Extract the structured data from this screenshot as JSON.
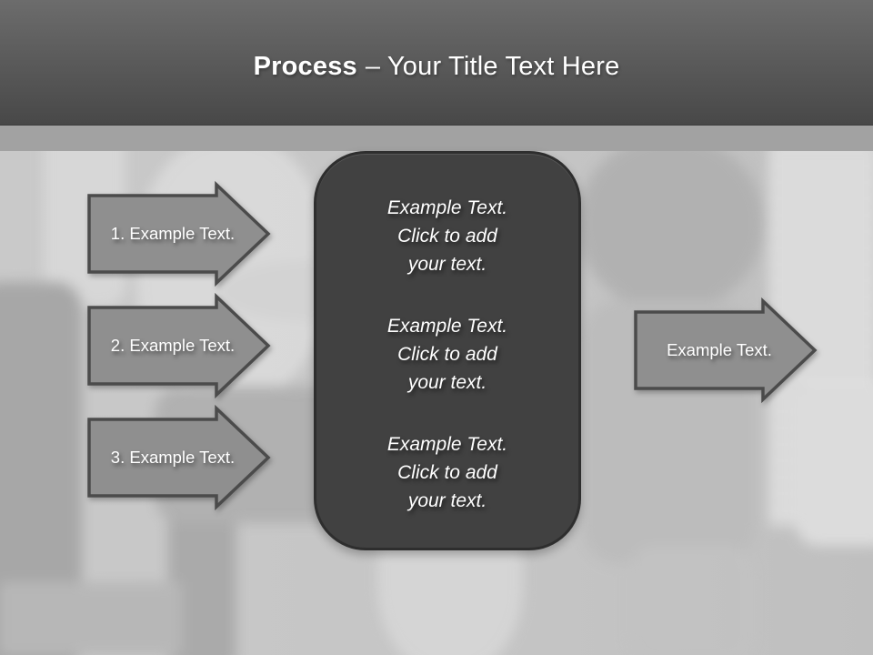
{
  "slide": {
    "title_bold": "Process",
    "title_rest": "– Your Title Text Here"
  },
  "steps": [
    {
      "label": "1. Example Text."
    },
    {
      "label": "2. Example Text."
    },
    {
      "label": "3. Example Text."
    }
  ],
  "output_arrow": {
    "label": "Example Text."
  },
  "center_panel": {
    "blocks": [
      {
        "lines": [
          "Example Text.",
          "Click  to add",
          "your text."
        ]
      },
      {
        "lines": [
          "Example Text.",
          "Click  to add",
          "your text."
        ]
      },
      {
        "lines": [
          "Example Text.",
          "Click  to add",
          "your text."
        ]
      }
    ]
  },
  "colors": {
    "header_top": "#6c6c6c",
    "header_bottom": "#484848",
    "background": "#c5c5c5",
    "arrow_fill": "#8f8f8f",
    "arrow_border": "#4b4b4b",
    "panel_fill": "#414141",
    "panel_border": "#2e2e2e",
    "text_light": "#ffffff"
  }
}
